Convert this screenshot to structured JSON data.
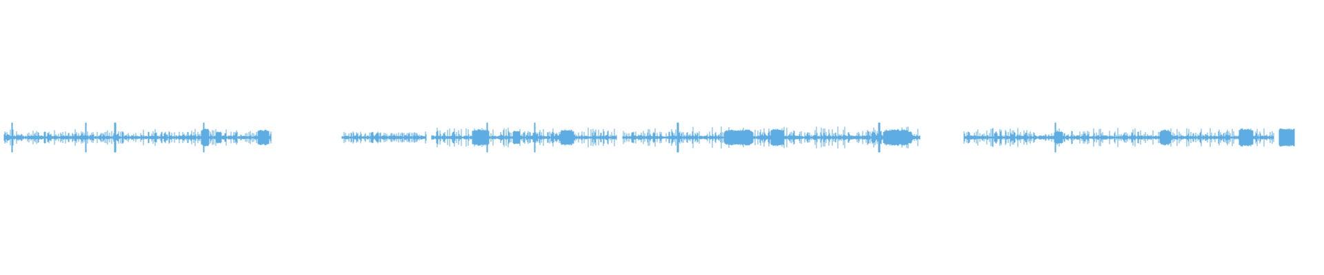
{
  "waveform": {
    "color": "#5dade2",
    "segments": [
      {
        "start": 0.003,
        "end": 0.205,
        "amplitude": 0.45,
        "texture": "speech"
      },
      {
        "start": 0.258,
        "end": 0.322,
        "amplitude": 0.1,
        "texture": "speech"
      },
      {
        "start": 0.326,
        "end": 0.466,
        "amplitude": 0.6,
        "texture": "speech"
      },
      {
        "start": 0.47,
        "end": 0.695,
        "amplitude": 0.7,
        "texture": "speech"
      },
      {
        "start": 0.728,
        "end": 0.962,
        "amplitude": 0.55,
        "texture": "speech"
      },
      {
        "start": 0.966,
        "end": 0.978,
        "amplitude": 0.55,
        "texture": "tone"
      }
    ],
    "bursts": [
      {
        "center": 0.155,
        "width": 0.006,
        "amplitude": 1.0
      },
      {
        "center": 0.165,
        "width": 0.005,
        "amplitude": 0.7
      },
      {
        "center": 0.199,
        "width": 0.009,
        "amplitude": 0.9
      },
      {
        "center": 0.363,
        "width": 0.013,
        "amplitude": 0.95
      },
      {
        "center": 0.39,
        "width": 0.006,
        "amplitude": 0.8
      },
      {
        "center": 0.428,
        "width": 0.01,
        "amplitude": 0.9
      },
      {
        "center": 0.558,
        "width": 0.022,
        "amplitude": 0.9
      },
      {
        "center": 0.587,
        "width": 0.01,
        "amplitude": 1.0
      },
      {
        "center": 0.677,
        "width": 0.02,
        "amplitude": 0.9
      },
      {
        "center": 0.8,
        "width": 0.006,
        "amplitude": 0.7
      },
      {
        "center": 0.88,
        "width": 0.008,
        "amplitude": 0.9
      },
      {
        "center": 0.941,
        "width": 0.011,
        "amplitude": 1.0
      }
    ],
    "spikes": [
      0.009,
      0.065,
      0.087,
      0.154,
      0.368,
      0.404,
      0.512,
      0.664,
      0.797
    ]
  }
}
